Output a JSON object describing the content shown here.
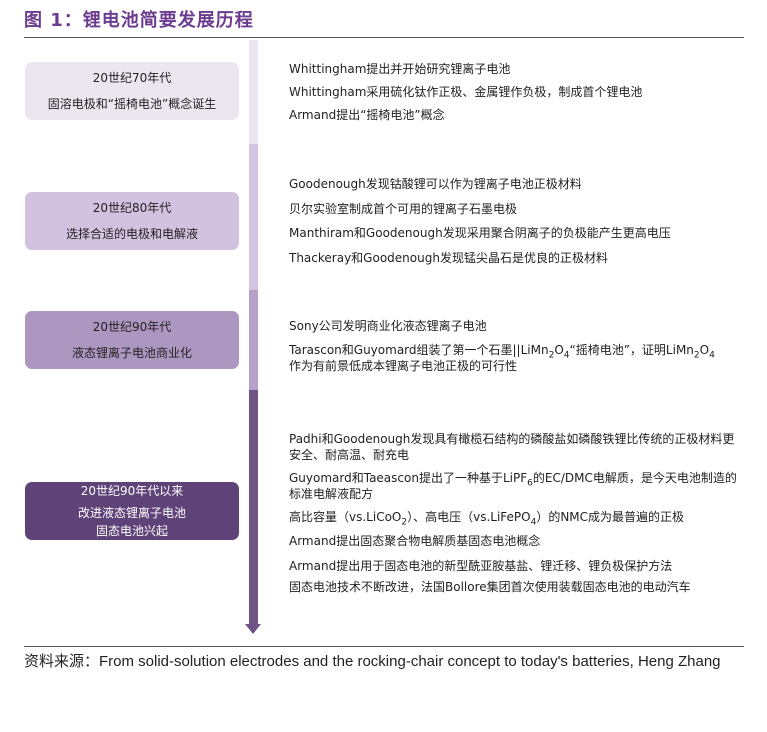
{
  "figure_title": "图 1：锂电池简要发展历程",
  "eras": [
    {
      "period": "20世纪70年代",
      "desc": "固溶电极和“摇椅电池”概念诞生"
    },
    {
      "period": "20世纪80年代",
      "desc": "选择合适的电极和电解液"
    },
    {
      "period": "20世纪90年代",
      "desc": "液态锂离子电池商业化"
    },
    {
      "period": "20世纪90年代以来",
      "desc": "改进液态锂离子电池",
      "desc2": "固态电池兴起"
    }
  ],
  "events": {
    "e70s_1": "Whittingham提出并开始研究锂离子电池",
    "e70s_2": "Whittingham采用硫化钛作正极、金属锂作负极，制成首个锂电池",
    "e70s_3": "Armand提出“摇椅电池”概念",
    "e80s_1": "Goodenough发现钴酸锂可以作为锂离子电池正极材料",
    "e80s_2": "贝尔实验室制成首个可用的锂离子石墨电极",
    "e80s_3": "Manthiram和Goodenough发现采用聚合阴离子的负极能产生更高电压",
    "e80s_4": "Thackeray和Goodenough发现锰尖晶石是优良的正极材料",
    "e90s_1": "Sony公司发明商业化液态锂离子电池",
    "e90s_2_line1_a": "Tarascon和Guyomard组装了第一个石墨||LiMn",
    "e90s_2_line1_b": "O",
    "e90s_2_line1_c": "“摇椅电池”，证明LiMn",
    "e90s_2_line1_d": "O",
    "e90s_2_sub_2": "2",
    "e90s_2_sub_4": "4",
    "e90s_2_line2": "作为有前景低成本锂离子电池正极的可行性",
    "now_1": "Padhi和Goodenough发现具有橄榄石结构的磷酸盐如磷酸铁锂比传统的正极材料更安全、耐高温、耐充电",
    "now_2_a": "Guyomard和Taeascon提出了一种基于LiPF",
    "now_2_sub": "6",
    "now_2_b": "的EC/DMC电解质，是今天电池制造的标准电解液配方",
    "now_3_a": "高比容量（vs.LiCoO",
    "now_3_sub1": "2",
    "now_3_b": "）、高电压（vs.LiFePO",
    "now_3_sub2": "4",
    "now_3_c": "）的NMC成为最普遍的正极",
    "now_4": "Armand提出固态聚合物电解质基固态电池概念",
    "now_5": "Armand提出用于固态电池的新型酰亚胺基盐、锂迁移、锂负极保护方法",
    "now_6": "固态电池技术不断改进，法国Bollore集团首次使用装载固态电池的电动汽车"
  },
  "source": "资料来源：From solid-solution electrodes and the rocking-chair concept to today's batteries, Heng Zhang"
}
